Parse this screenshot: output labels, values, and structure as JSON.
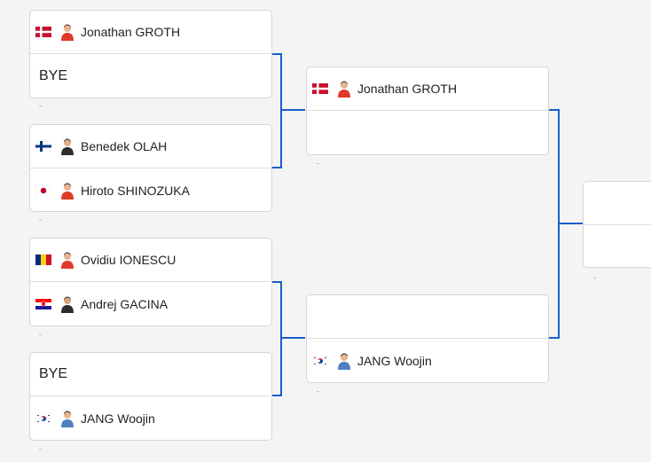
{
  "bracket": {
    "round1": [
      {
        "top": {
          "name": "Jonathan GROTH",
          "flag": "denmark-flag",
          "avatar": "player-avatar-red"
        },
        "bottom": {
          "bye": "BYE"
        }
      },
      {
        "top": {
          "name": "Benedek OLAH",
          "flag": "finland-flag",
          "avatar": "player-avatar-dark"
        },
        "bottom": {
          "name": "Hiroto SHINOZUKA",
          "flag": "japan-flag",
          "avatar": "player-avatar-red"
        }
      },
      {
        "top": {
          "name": "Ovidiu IONESCU",
          "flag": "romania-flag",
          "avatar": "player-avatar-red"
        },
        "bottom": {
          "name": "Andrej GACINA",
          "flag": "croatia-flag",
          "avatar": "player-avatar-dark"
        }
      },
      {
        "top": {
          "bye": "BYE"
        },
        "bottom": {
          "name": "JANG Woojin",
          "flag": "south-korea-flag",
          "avatar": "player-avatar-blue"
        }
      }
    ],
    "round2": [
      {
        "top": {
          "name": "Jonathan GROTH",
          "flag": "denmark-flag",
          "avatar": "player-avatar-red"
        },
        "bottom": {}
      },
      {
        "top": {},
        "bottom": {
          "name": "JANG Woojin",
          "flag": "south-korea-flag",
          "avatar": "player-avatar-blue"
        }
      }
    ],
    "round3": [
      {
        "top": {},
        "bottom": {}
      }
    ]
  },
  "colors": {
    "connector": "#1a5fcc",
    "background": "#f4f4f4",
    "card_border": "#d6d6d6"
  }
}
